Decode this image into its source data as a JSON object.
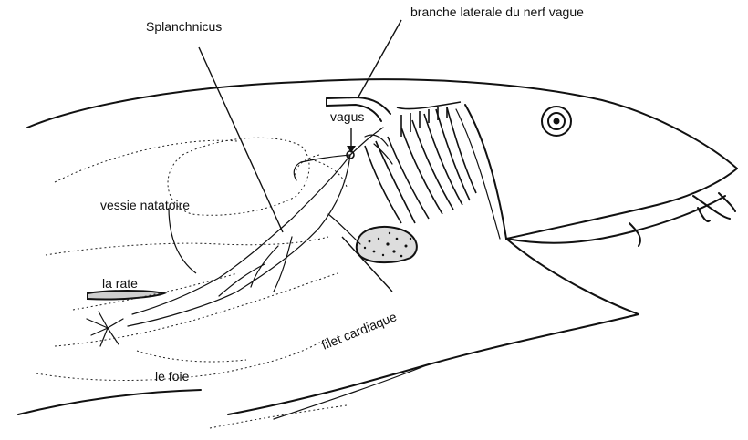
{
  "labels": {
    "splanchnicus": "Splanchnicus",
    "branche": "branche laterale du nerf vague",
    "vagus": "vagus",
    "vessie": "vessie natatoire",
    "rate": "la rate",
    "filet": "filet cardiaque",
    "foie": "le foie"
  },
  "colors": {
    "ink": "#111111",
    "background": "#ffffff"
  }
}
